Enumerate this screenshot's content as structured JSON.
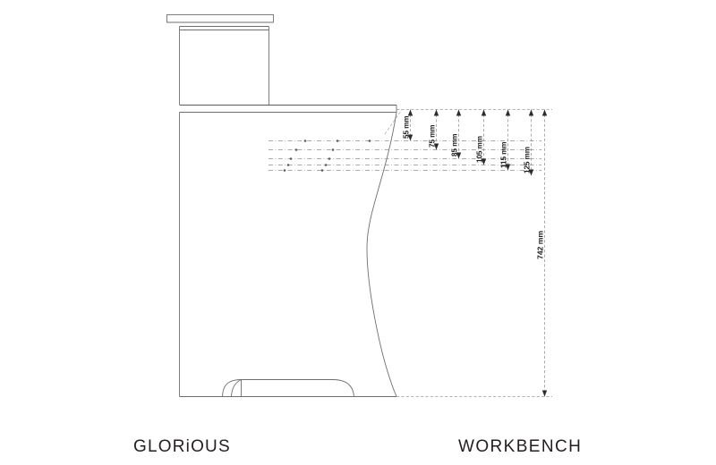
{
  "document": {
    "type": "technical-drawing",
    "view": "side-elevation",
    "background_color": "#ffffff",
    "line_color": "#6f6f6f",
    "text_color": "#231f20"
  },
  "footer": {
    "brand": "GLORiOUS",
    "product": "WORKBENCH"
  },
  "dimensions": {
    "unit": "mm",
    "height_labels": [
      {
        "name": "dim-55",
        "text": "55 mm",
        "value": 55
      },
      {
        "name": "dim-75",
        "text": "75 mm",
        "value": 75
      },
      {
        "name": "dim-85",
        "text": "85 mm",
        "value": 85
      },
      {
        "name": "dim-105",
        "text": "105 mm",
        "value": 105
      },
      {
        "name": "dim-115",
        "text": "115 mm",
        "value": 115
      },
      {
        "name": "dim-125",
        "text": "125 mm",
        "value": 125
      }
    ],
    "overall": {
      "name": "dim-overall-height",
      "text": "742 mm",
      "value": 742
    }
  },
  "icons": {
    "arrow_up": "arrow-up-icon",
    "arrow_down": "arrow-down-icon"
  }
}
